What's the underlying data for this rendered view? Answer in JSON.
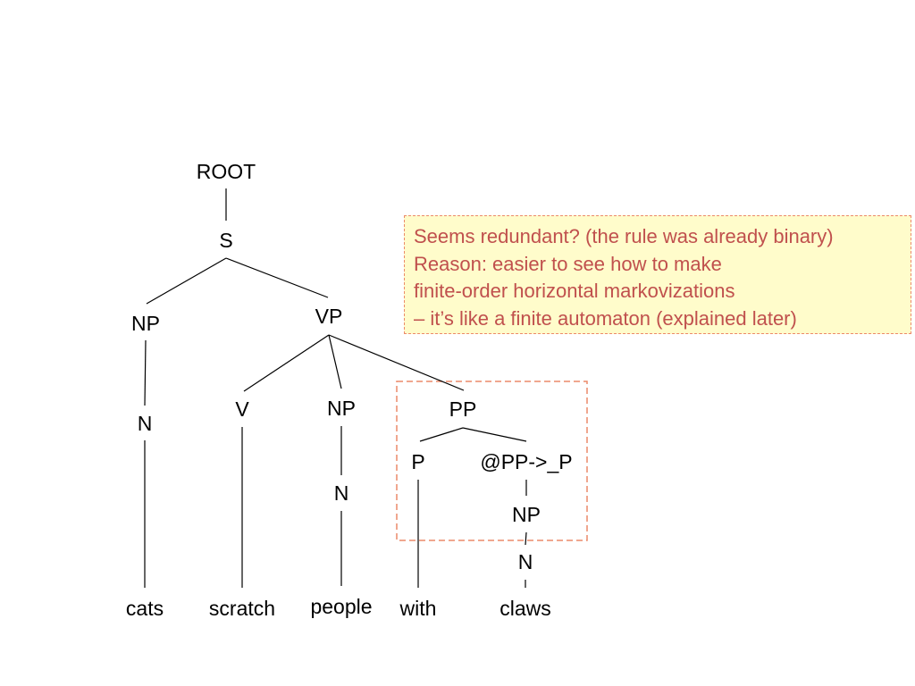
{
  "tree": {
    "nodes": [
      {
        "id": "root",
        "label": "ROOT"
      },
      {
        "id": "s",
        "label": "S"
      },
      {
        "id": "np1",
        "label": "NP"
      },
      {
        "id": "vp",
        "label": "VP"
      },
      {
        "id": "n1",
        "label": "N"
      },
      {
        "id": "v",
        "label": "V"
      },
      {
        "id": "np2",
        "label": "NP"
      },
      {
        "id": "pp",
        "label": "PP"
      },
      {
        "id": "n2",
        "label": "N"
      },
      {
        "id": "p",
        "label": "P"
      },
      {
        "id": "pp_bar",
        "label": "@PP->_P"
      },
      {
        "id": "np3",
        "label": "NP"
      },
      {
        "id": "n3",
        "label": "N"
      },
      {
        "id": "w_cats",
        "label": "cats"
      },
      {
        "id": "w_scratch",
        "label": "scratch"
      },
      {
        "id": "w_people",
        "label": "people"
      },
      {
        "id": "w_with",
        "label": "with"
      },
      {
        "id": "w_claws",
        "label": "claws"
      }
    ],
    "edges": [
      [
        "root",
        "s"
      ],
      [
        "s",
        "np1"
      ],
      [
        "s",
        "vp"
      ],
      [
        "np1",
        "n1"
      ],
      [
        "n1",
        "w_cats"
      ],
      [
        "vp",
        "v"
      ],
      [
        "vp",
        "np2"
      ],
      [
        "vp",
        "pp"
      ],
      [
        "v",
        "w_scratch"
      ],
      [
        "np2",
        "n2"
      ],
      [
        "n2",
        "w_people"
      ],
      [
        "pp",
        "p"
      ],
      [
        "pp",
        "pp_bar"
      ],
      [
        "p",
        "w_with"
      ],
      [
        "pp_bar",
        "np3"
      ],
      [
        "np3",
        "n3"
      ],
      [
        "n3",
        "w_claws"
      ]
    ],
    "highlighted_subtree": "pp"
  },
  "note": {
    "lines": [
      "Seems redundant? (the rule was already binary)",
      "Reason: easier to see how to make",
      "finite-order horizontal markovizations",
      "– it’s like a finite automaton (explained later)"
    ],
    "text_color": "#c0504d",
    "background_color": "#fffccb",
    "border_color": "#ec8a6a"
  }
}
